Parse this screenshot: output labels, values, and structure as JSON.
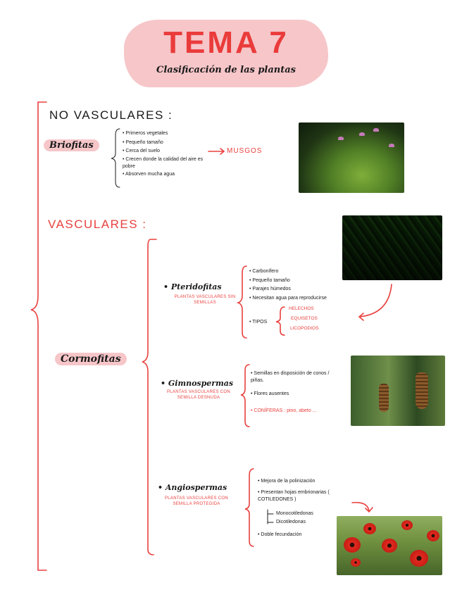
{
  "header": {
    "title": "TEMA 7",
    "subtitle": "Clasificación de las plantas"
  },
  "no_vasculares": {
    "heading": "NO VASCULARES :",
    "group": "Briofitas",
    "features": [
      "Primeros vegetales",
      "Pequeño tamaño",
      "Cerca del suelo",
      "Crecen donde la calidad del aire es pobre",
      "Absorven mucha agua"
    ],
    "result": "MUSGOS",
    "photo_icon": "moss-photo"
  },
  "vasculares": {
    "heading": "VASCULARES :",
    "group": "Cormofitas",
    "pteridofitas": {
      "name": "Pteridofitas",
      "subtitle": "PLANTAS VASCULARES SIN SEMILLAS",
      "features": [
        "Carbonífero",
        "Pequeño tamaño",
        "Parajes húmedos",
        "Necesitan agua para reproducirse"
      ],
      "types_label": "TIPOS",
      "types": [
        "HELECHOS",
        "EQUISETOS",
        "LICOPODIOS"
      ]
    },
    "gimnospermas": {
      "name": "Gimnospermas",
      "subtitle": "PLANTAS VASCULARES CON SEMILLA DESNUDA",
      "features": [
        "Semillas en disposición de conos / piñas.",
        "Flores ausentes"
      ],
      "conifers": "CONÍFERAS : pino, abeto ..."
    },
    "angiospermas": {
      "name": "Angiospermas",
      "subtitle": "PLANTAS VASCULARES CON SEMILLA PROTEGIDA",
      "features": [
        "Mejora de la polinización",
        "Presentan hojas embrionarias ( COTILEDONES )"
      ],
      "cotyledons": [
        "Monocotiledonas",
        "Dicotiledonas"
      ],
      "last_feature": "Doble fecundación"
    }
  },
  "colors": {
    "accent": "#e8413e",
    "pill": "#f6c6c9"
  }
}
